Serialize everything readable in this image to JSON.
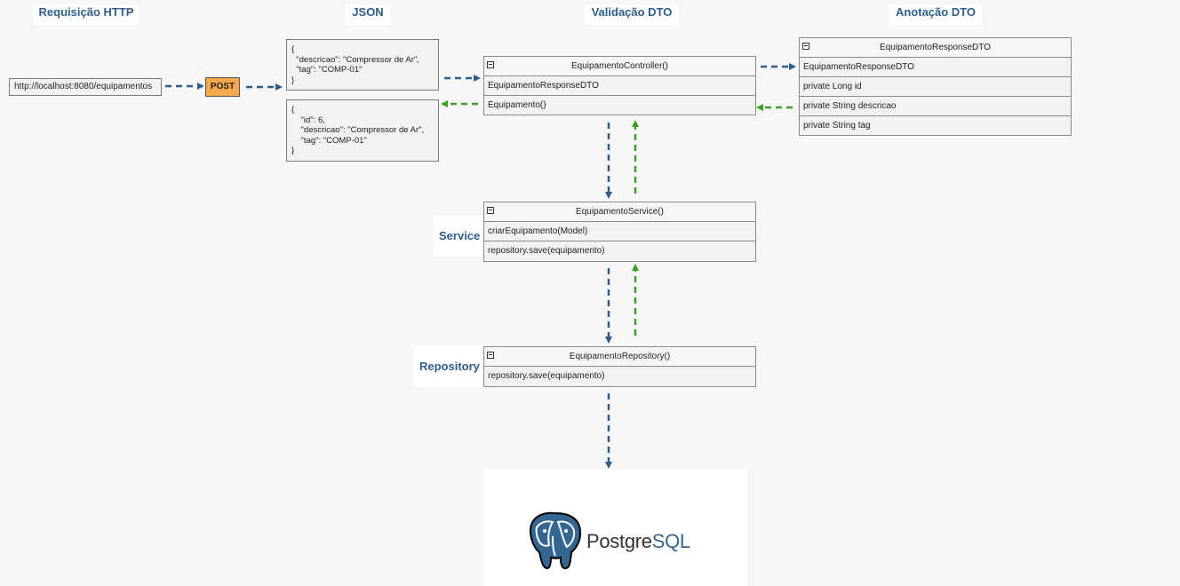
{
  "headers": {
    "http": "Requisição HTTP",
    "json": "JSON",
    "validation": "Validação DTO",
    "annotation": "Anotação DTO"
  },
  "side_labels": {
    "service": "Service",
    "repository": "Repository"
  },
  "request": {
    "url": "http://localhost:8080/equipamentos",
    "method": "POST"
  },
  "json_in": "{\n  \"descricao\": \"Compressor de Ar\",\n  \"tag\": \"COMP-01\"\n}",
  "json_out": "{\n    \"id\": 6,\n    \"descricao\": \"Compressor de Ar\",\n    \"tag\": \"COMP-01\"\n}",
  "controller": {
    "title": "EquipamentoController()",
    "rows": [
      "EquipamentoResponseDTO",
      "Equipamento()"
    ]
  },
  "dto": {
    "title": "EquipamentoResponseDTO",
    "rows": [
      "EquipamentoResponseDTO",
      "private Long id",
      "private String descricao",
      "private String tag"
    ]
  },
  "service": {
    "title": "EquipamentoService()",
    "rows": [
      "criarEquipamento(Model)",
      "repository.save(equipamento)"
    ]
  },
  "repository": {
    "title": "EquipamentoRepository()",
    "rows": [
      "repository.save(equipamento)"
    ]
  },
  "database": {
    "name_part1": "Postgre",
    "name_part2": "SQL",
    "icon": "postgresql-elephant-icon"
  },
  "colors": {
    "request_arrow": "#2f5d8a",
    "response_arrow": "#3aa02a",
    "post_fill": "#f7a84c",
    "header_text": "#2f5d8a"
  }
}
